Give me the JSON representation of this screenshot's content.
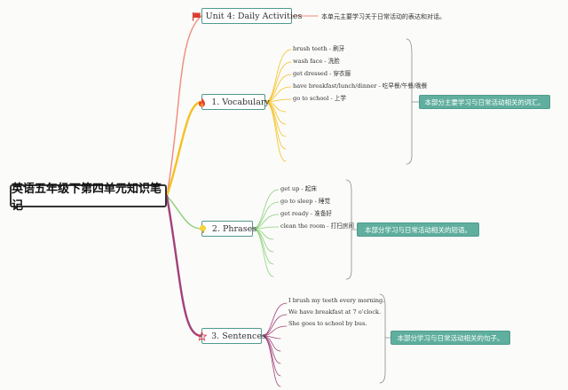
{
  "root": {
    "title": "英语五年级下第四单元知识笔记"
  },
  "topics": [
    {
      "id": "unit",
      "label": "Unit 4: Daily Activities",
      "icon": "flag-icon",
      "color": "#f08a7a",
      "note": "本单元主要学习关于日常活动的表达和对话。"
    },
    {
      "id": "vocab",
      "label": "1. Vocabulary",
      "icon": "flame-icon",
      "color": "#f5c023",
      "items": [
        "brush teeth - 刷牙",
        "wash face - 洗脸",
        "get dressed - 穿衣服",
        "have breakfast/lunch/dinner - 吃早餐/午餐/晚餐",
        "go to school - 上学"
      ],
      "summary": "本部分主要学习与日常活动相关的词汇。"
    },
    {
      "id": "phrases",
      "label": "2. Phrases",
      "icon": "bulb-icon",
      "color": "#8cd17a",
      "items": [
        "get up - 起床",
        "go to sleep - 睡觉",
        "get ready - 准备好",
        "clean the room - 打扫房间"
      ],
      "summary": "本部分学习与日常活动相关的短语。"
    },
    {
      "id": "sentences",
      "label": "3. Sentences",
      "icon": "star-icon",
      "color": "#a2427a",
      "items": [
        "I brush my teeth every morning.",
        "We have breakfast at 7 o'clock.",
        "She goes to school by bus."
      ],
      "summary": "本部分学习与日常活动相关的句子。"
    }
  ],
  "colors": {
    "node_border": "#4f9a8e",
    "summary_bg": "#5fae9e",
    "bracket": "#8a8a8a"
  }
}
